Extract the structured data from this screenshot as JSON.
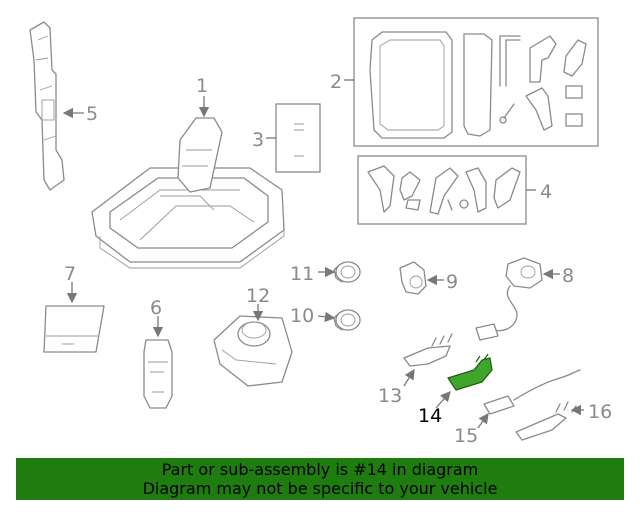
{
  "callouts": {
    "c1": "1",
    "c2": "2",
    "c3": "3",
    "c4": "4",
    "c5": "5",
    "c6": "6",
    "c7": "7",
    "c8": "8",
    "c9": "9",
    "c10": "10",
    "c11": "11",
    "c12": "12",
    "c13": "13",
    "c14": "14",
    "c15": "15",
    "c16": "16"
  },
  "highlighted_part": "14",
  "colors": {
    "highlight": "#3fa62a",
    "banner": "#1f7d10",
    "linework": "#8a8a8a"
  },
  "banner": {
    "line1": "Part or sub-assembly is #14 in diagram",
    "line2": "Diagram may not be specific to your vehicle"
  }
}
